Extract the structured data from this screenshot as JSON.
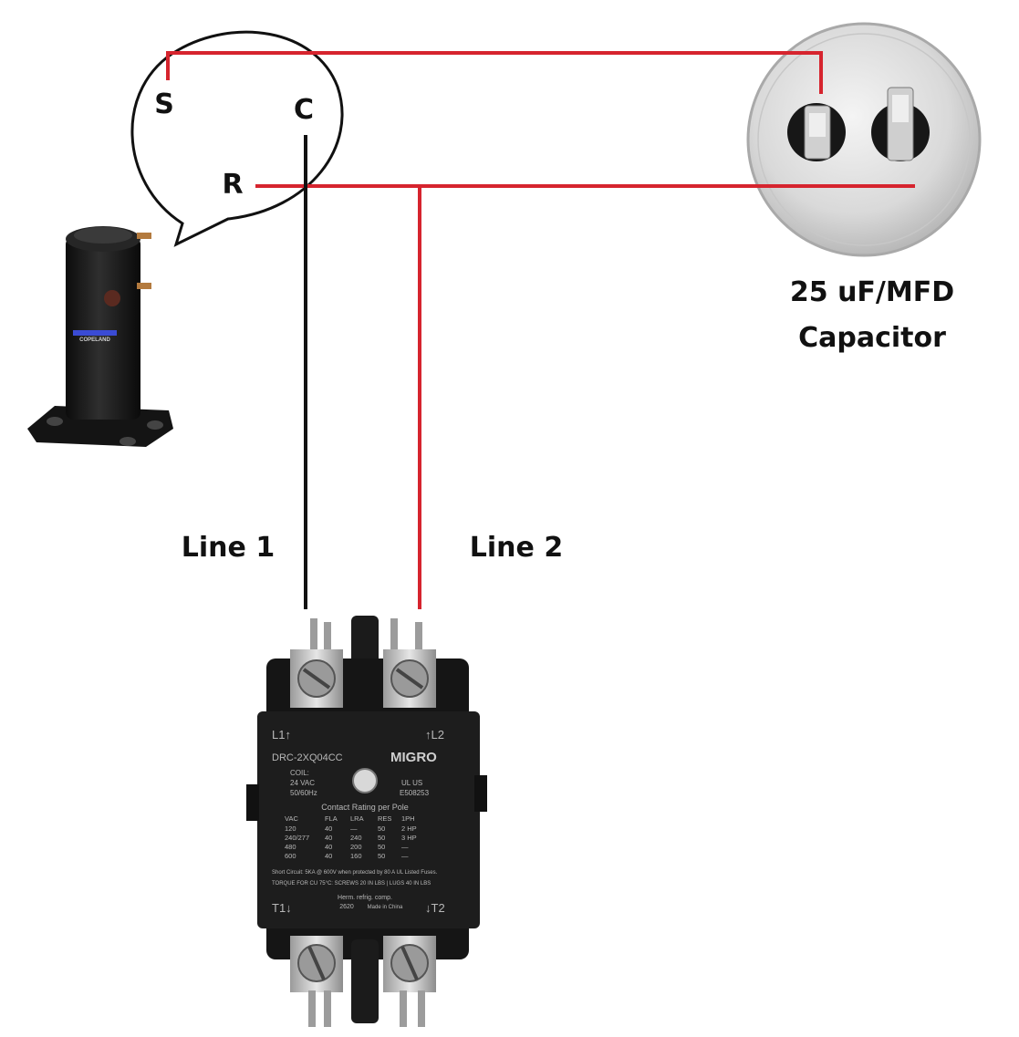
{
  "colors": {
    "hot_wire": "#d6242e",
    "neutral_wire": "#111111",
    "contactor_body": "#1b1b1b"
  },
  "terminals": {
    "s": "S",
    "c": "C",
    "r": "R"
  },
  "capacitor": {
    "line1": "25 uF/MFD",
    "line2": "Capacitor"
  },
  "lines": {
    "line1": "Line 1",
    "line2": "Line 2"
  },
  "compressor": {
    "brand": "COPELAND"
  },
  "contactor": {
    "l1": "L1↑",
    "l2": "↑L2",
    "model": "DRC-2XQ04CC",
    "brand": "MIGRO",
    "coil_label": "COIL:",
    "coil_voltage": "24 VAC",
    "coil_freq": "50/60Hz",
    "cert_id": "E508253",
    "ul_mark": "UL US",
    "rating_title": "Contact Rating per Pole",
    "rating_headers": [
      "VAC",
      "FLA",
      "LRA",
      "RES",
      "1PH"
    ],
    "rating_rows": [
      [
        "120",
        "40",
        "—",
        "50",
        "2 HP"
      ],
      [
        "240/277",
        "40",
        "240",
        "50",
        "3 HP"
      ],
      [
        "480",
        "40",
        "200",
        "50",
        "—"
      ],
      [
        "600",
        "40",
        "160",
        "50",
        "—"
      ]
    ],
    "short_circuit": "Short Circuit: 5KA @ 600V when protected by 80 A UL Listed Fuses.",
    "torque": "TORQUE FOR CU 75°C: SCREWS 20 IN LBS | LUGS 40 IN LBS",
    "t1": "T1↓",
    "t2": "↓T2",
    "herm": "Herm. refrig. comp.",
    "year": "2620",
    "made_in": "Made in China"
  }
}
